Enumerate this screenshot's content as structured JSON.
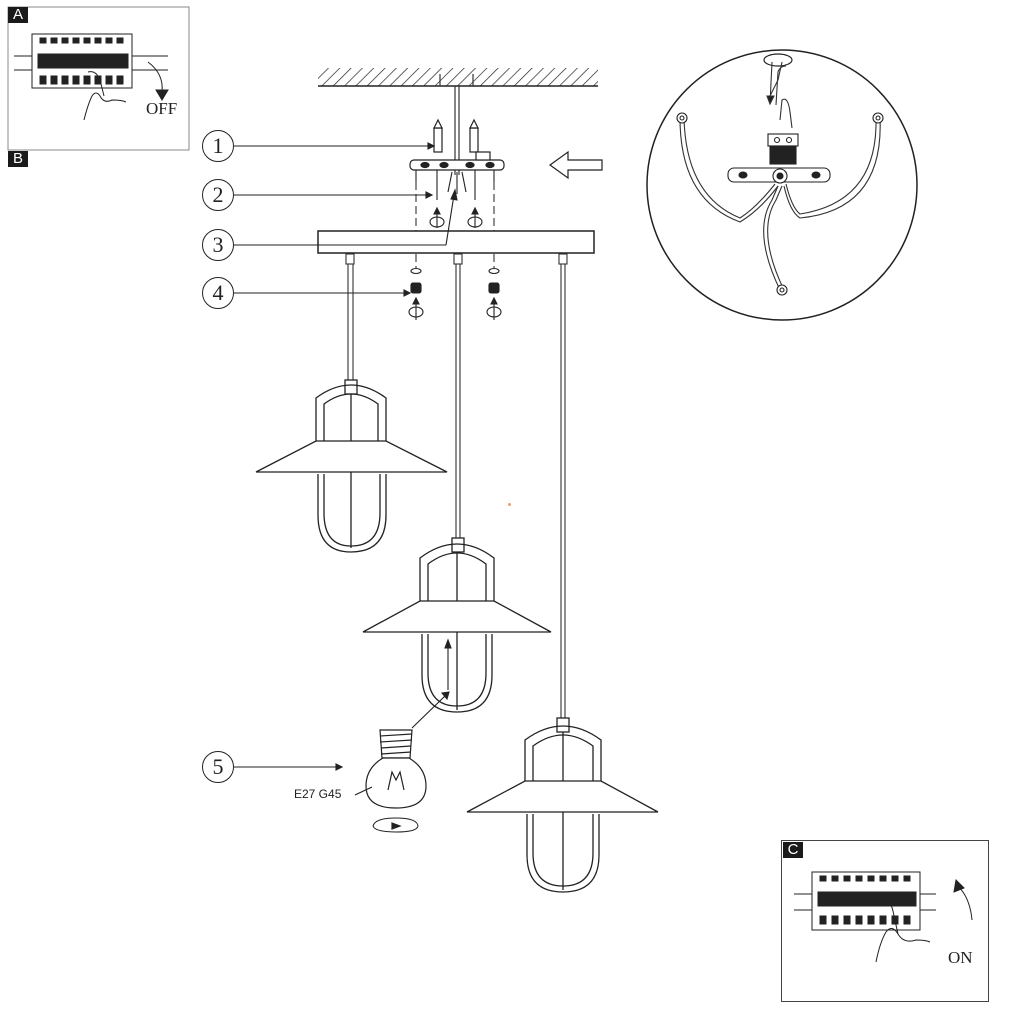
{
  "panels": {
    "a": {
      "tag": "A",
      "state": "OFF"
    },
    "b": {
      "tag": "B"
    },
    "c": {
      "tag": "C",
      "state": "ON"
    }
  },
  "callouts": [
    "1",
    "2",
    "3",
    "4",
    "5"
  ],
  "bulb": {
    "label": "E27 G45"
  }
}
